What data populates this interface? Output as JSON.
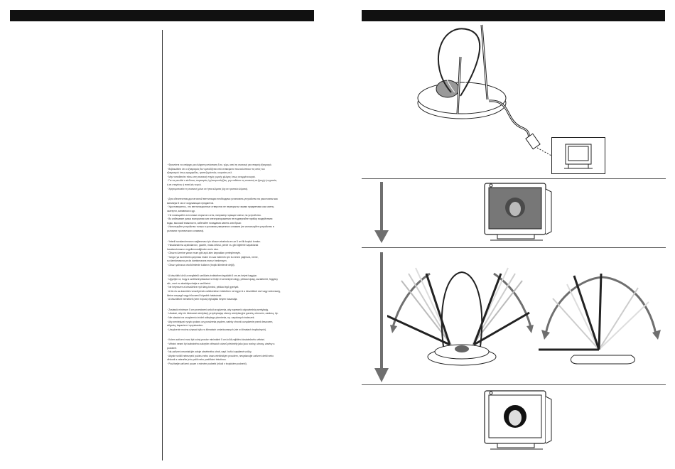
{
  "left_text": {
    "greek": [
      "· Φροντίστε να υπάρχει μια ελάχιστη απόσταση 5 εκ. γύρω από τη συσκευή για επαρκή εξαερισμό.",
      "· Βεβαιωθείτε ότι ο εξαερισμός δεν εμποδίζεται από αντικείμενα που καλύπτουν τις οπές του",
      "  εξαερισμού όπως εφημερίδες, τραπεζομάντιλα, κουρτίνες κτλ.",
      "· Μην τοποθετείτε πάνω στη συσκευή πηγές γυμνής φλόγας όπως αναμμένα κεριά.",
      "· Για να μειωθεί ο κίνδυνος πυρκαγιάς ή ηλεκτροπληξίας, μην εκθέτετε τη συσκευή σε βροχή ή υγρασία,",
      "  ή σε σταγόνες ή πιτσιλιές νερού.",
      "· Χρησιμοποιείτε τη συσκευή μόνο σε ήπια κλίματα (όχι σε τροπικά κλίματα)."
    ],
    "russian": [
      "· Для обеспечения достаточной вентиляции необходимо установить устройство на расстоянии как",
      "  минимум 5 см от окружающих предметов.",
      "· Удостоверьтесь, что вентиляционные отверстия не перекрыты такими предметами как газеты,",
      "  скатерти, занавески и др.",
      "· Не помещайте источники открытого огня, например горящие свечи, на устройство.",
      "· Во избежание риска возгорания или электропоражения не подвергайте прибор воздействию",
      "  воды, высокой влажности, избегайте попадания капель или брызг.",
      "· Используйте устройство только в условиях умеренного климата (не используйте устройство в",
      "  условиях тропического климата)."
    ],
    "turkish": [
      "· Yeterli havalandırmanın sağlanması için cihazın etrafında en az 5 cm'lik boşluk bırakın.",
      "· Havalandırma açıklıklarının, gazete, masa örtüsü, perde vs. gibi öğelerle kapatılarak",
      "  havalandırmanın engellenmediğinden emin olun.",
      "· Cihazın üzerine yanan mum gibi açık alev kaynakları yerleştirmeyin.",
      "· Yangın ya da elektrik çarpması riskini en aza indirmek için bu ürünü yağmura, neme,",
      "  su damlamasına ya da damlamasına maruz bırakmayın.",
      "· Cihazı yalnızca orta iklimlerde kullanın (tropik iklimlerde değil)."
    ],
    "hungarian": [
      "· A készülék körül a megfelelő szellőzés érdekében legalább 5 cm-es helyet hagyjon.",
      "· Ügyeljen rá, hogy a szellőzőnyílásokat ne fedje el semmilyen tárgy, például újság, asztalterítő, függöny",
      "  stb., mert ez akadályozhatja a szellőzést.",
      "· Ne helyezzen a készülékre nyílt láng-forrást, például égő gyertyát.",
      "· A tűz és az áramütés veszélyének csökkentése érdekében ne tegye ki a készüléket eső vagy nedvesség,",
      "  illetve csepegő vagy fröccsenő folyadék hatásának.",
      "· A készüléket mérsékelt (nem trópusi) éghajlatú helyen használja."
    ],
    "polish": [
      "· Zostawić minimum 5 cm przestrzeni wokół urządzenia, aby zapewnić odpowiednią wentylację.",
      "· Uważać, aby nie blokować wentylacji, przykrywając otwory wentylacyjne gazetą, obrusem, zasłoną, itp.",
      "· Nie stawiać na urządzeniu źródeł odkrytego płomienia, np. zapalonych świeczek.",
      "· Aby zmniejszyć ryzyko pożaru czy porażenia prądem, należy chronić urządzenie przed deszczem,",
      "  wilgocią, kapaniem i spryskaniem.",
      "· Urządzenie można używać tylko w klimatach umiarkowanych (nie w klimatach tropikalnych)."
    ],
    "czech": [
      "· Kolem zařízení musí být volný prostor minimálně 5 cm kvůli zajištění dostatečného větrání.",
      "· Větrání nesmí být zabráněno zakrytím větracích otvorů předměty jako jsou noviny, ubrusy, závěsy a",
      "  podobně.",
      "· Na zařízení neumisťujte zdroje otevřeného ohně, např. hořící zapálené svíčky.",
      "· Abyste snížili nebezpečí požáru nebo úrazu elektrickým proudem, nevystavujte zařízení dešti nebo",
      "  vlhkosti a zabraňte jeho politi nebo postříkání tekutinou.",
      "· Používejte zařízení pouze v mírném podnebí (nikoli v tropickém podnebí)."
    ]
  },
  "colors": {
    "bar": "#111111",
    "arrow": "#6f6f6f",
    "line": "#222222"
  }
}
